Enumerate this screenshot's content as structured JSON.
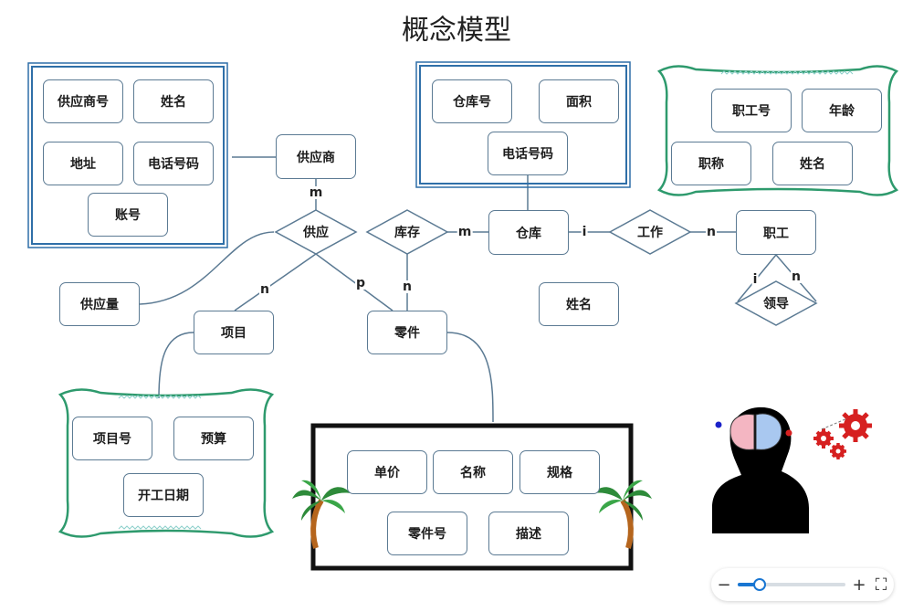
{
  "title": "概念模型",
  "entities": {
    "supplier": "供应商",
    "warehouse": "仓库",
    "employee": "职工",
    "project": "项目",
    "part": "零件"
  },
  "relations": {
    "supply": "供应",
    "inventory": "库存",
    "work": "工作",
    "lead": "领导"
  },
  "attributes": {
    "supplier_no": "供应商号",
    "supplier_name": "姓名",
    "address": "地址",
    "phone": "电话号码",
    "account": "账号",
    "warehouse_no": "仓库号",
    "area": "面积",
    "warehouse_phone": "电话号码",
    "employee_no": "职工号",
    "age": "年龄",
    "job_title": "职称",
    "employee_name": "姓名",
    "supply_qty": "供应量",
    "standalone_name": "姓名",
    "project_no": "项目号",
    "budget": "预算",
    "start_date": "开工日期",
    "unit_price": "单价",
    "part_name": "名称",
    "spec": "规格",
    "part_no": "零件号",
    "description": "描述"
  },
  "cardinalities": {
    "supplier_supply": "m",
    "supply_project": "n",
    "supply_part": "p",
    "inventory_warehouse": "m",
    "inventory_part": "n",
    "warehouse_work": "i",
    "work_employee": "n",
    "lead_i": "i",
    "lead_n": "n"
  },
  "zoom": {
    "minus_label": "−",
    "plus_label": "+",
    "fullscreen_label": "⛶",
    "level": 0.2
  },
  "colors": {
    "node_border": "#5b7a93",
    "blue_frame": "#2f6fa8",
    "green_frame": "#2e9a6d",
    "black_frame": "#111111",
    "accent": "#1976d2"
  },
  "icons": [
    "palm-tree-icon",
    "head-brain-icon",
    "gears-icon",
    "fullscreen-icon"
  ]
}
